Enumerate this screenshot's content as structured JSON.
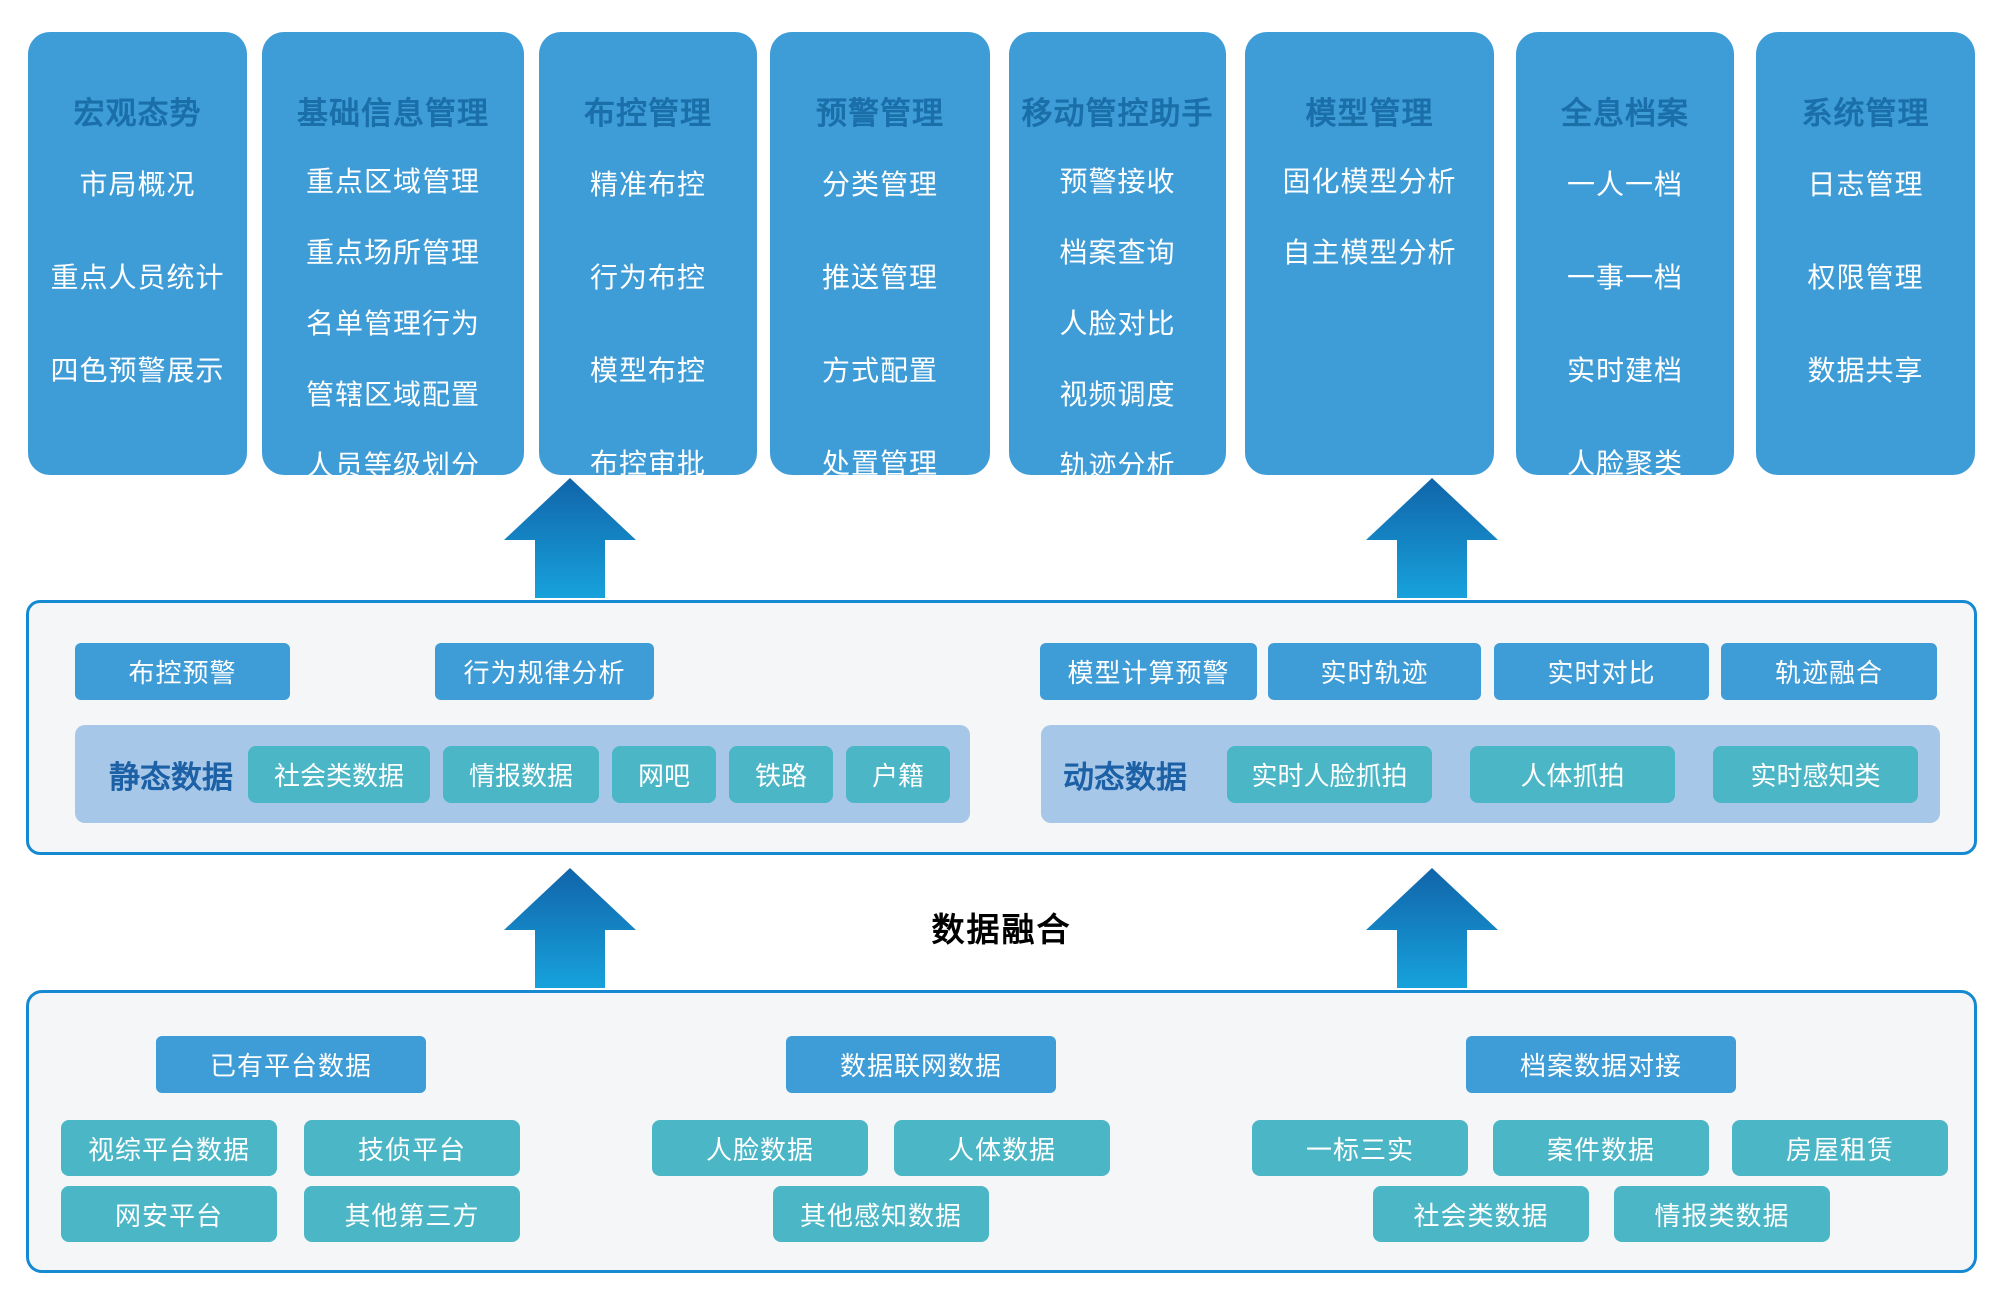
{
  "top_modules": [
    {
      "title": "宏观态势",
      "items": [
        "市局概况",
        "重点人员统计",
        "四色预警展示"
      ]
    },
    {
      "title": "基础信息管理",
      "items": [
        "重点区域管理",
        "重点场所管理",
        "名单管理行为",
        "管辖区域配置",
        "人员等级划分"
      ]
    },
    {
      "title": "布控管理",
      "items": [
        "精准布控",
        "行为布控",
        "模型布控",
        "布控审批"
      ]
    },
    {
      "title": "预警管理",
      "items": [
        "分类管理",
        "推送管理",
        "方式配置",
        "处置管理"
      ]
    },
    {
      "title": "移动管控助手",
      "items": [
        "预警接收",
        "档案查询",
        "人脸对比",
        "视频调度",
        "轨迹分析"
      ]
    },
    {
      "title": "模型管理",
      "items": [
        "固化模型分析",
        "自主模型分析"
      ]
    },
    {
      "title": "全息档案",
      "items": [
        "一人一档",
        "一事一档",
        "实时建档",
        "人脸聚类"
      ]
    },
    {
      "title": "系统管理",
      "items": [
        "日志管理",
        "权限管理",
        "数据共享"
      ]
    }
  ],
  "analysis_layer": {
    "static_group": {
      "buttons": [
        "布控预警",
        "行为规律分析"
      ],
      "label": "静态数据",
      "data_items": [
        "社会类数据",
        "情报数据",
        "网吧",
        "铁路",
        "户籍"
      ]
    },
    "dynamic_group": {
      "buttons": [
        "模型计算预警",
        "实时轨迹",
        "实时对比",
        "轨迹融合"
      ],
      "label": "动态数据",
      "data_items": [
        "实时人脸抓拍",
        "人体抓拍",
        "实时感知类"
      ]
    }
  },
  "fusion_label": "数据融合",
  "source_layer": {
    "groups": [
      {
        "header": "已有平台数据",
        "rows": [
          [
            "视综平台数据",
            "技侦平台"
          ],
          [
            "网安平台",
            "其他第三方"
          ]
        ]
      },
      {
        "header": "数据联网数据",
        "rows": [
          [
            "人脸数据",
            "人体数据"
          ],
          [
            "其他感知数据"
          ]
        ]
      },
      {
        "header": "档案数据对接",
        "rows": [
          [
            "一标三实",
            "案件数据",
            "房屋租赁"
          ],
          [
            "社会类数据",
            "情报类数据"
          ]
        ]
      }
    ]
  },
  "icons": [
    "up-arrow-icon",
    "up-arrow-icon",
    "up-arrow-icon",
    "up-arrow-icon"
  ],
  "colors": {
    "module_blue": "#3E9CD7",
    "module_title_blue": "#1A6FA9",
    "item_text": "#FFFFFF",
    "teal_chip": "#4BB6C6",
    "container_light_blue": "#A7C7E8",
    "group_label_navy": "#1C60A6",
    "panel_background": "#F4F6F7",
    "panel_border": "#1689D3",
    "arrow_gradient_top": "#1164A9",
    "arrow_gradient_bottom": "#17A2DC",
    "fusion_text": "#000000"
  }
}
